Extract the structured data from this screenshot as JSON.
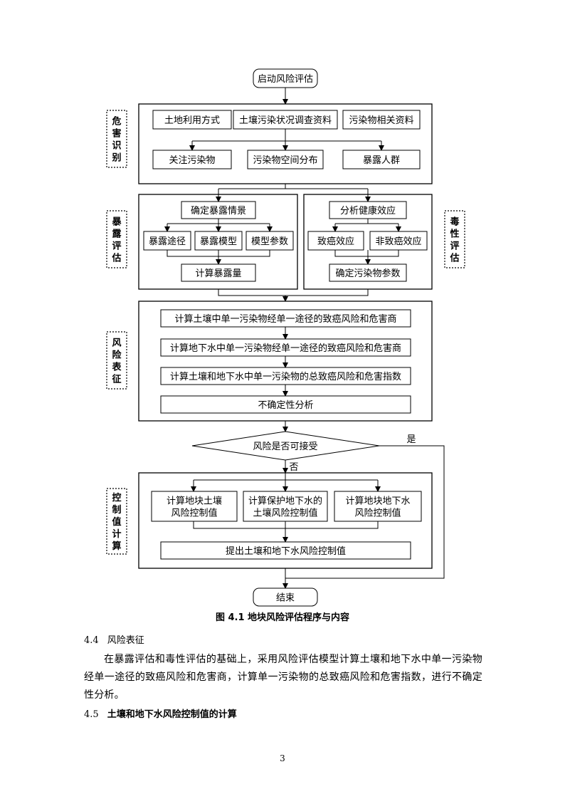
{
  "flowchart": {
    "start": "启动风险评估",
    "end": "结束",
    "side_labels": {
      "hazard": "危害识别",
      "exposure": "暴露评估",
      "toxicity": "毒性评估",
      "risk": "风险表征",
      "control": "控制值计算"
    },
    "hazard_row1": [
      "土地利用方式",
      "土壤污染状况调查资料",
      "污染物相关资料"
    ],
    "hazard_row2": [
      "关注污染物",
      "污染物空间分布",
      "暴露人群"
    ],
    "exposure": {
      "top": "确定暴露情景",
      "mid": [
        "暴露途径",
        "暴露模型",
        "模型参数"
      ],
      "bottom": "计算暴露量"
    },
    "toxicity": {
      "top": "分析健康效应",
      "mid": [
        "致癌效应",
        "非致癌效应"
      ],
      "bottom": "确定污染物参数"
    },
    "risk_steps": [
      "计算土壤中单一污染物经单一途径的致癌风险和危害商",
      "计算地下水中单一污染物经单一途径的致癌风险和危害商",
      "计算土壤和地下水中单一污染物的总致癌风险和危害指数",
      "不确定性分析"
    ],
    "decision": "风险是否可接受",
    "yes": "是",
    "no": "否",
    "control_boxes": [
      [
        "计算地块土壤",
        "风险控制值"
      ],
      [
        "计算保护地下水的",
        "土壤风险控制值"
      ],
      [
        "计算地块地下水",
        "风险控制值"
      ]
    ],
    "control_result": "提出土壤和地下水风险控制值"
  },
  "figure_caption": "图 4.1 地块风险评估程序与内容",
  "sections": {
    "s44": {
      "num": "4.4",
      "title": "风险表征"
    },
    "s44_text": "在暴露评估和毒性评估的基础上，采用风险评估模型计算土壤和地下水中单一污染物经单一途径的致癌风险和危害商，计算单一污染物的总致癌风险和危害指数，进行不确定性分析。",
    "s45": {
      "num": "4.5",
      "title": "土壤和地下水风险控制值的计算"
    }
  },
  "page_number": "3"
}
